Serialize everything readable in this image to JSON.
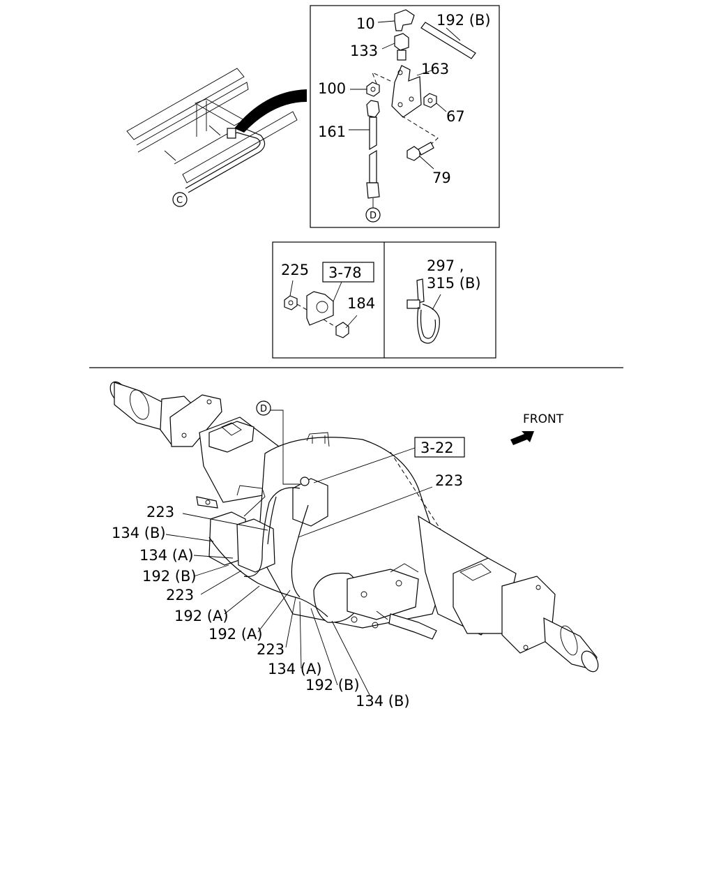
{
  "top_box": {
    "labels": [
      "10",
      "192 (B)",
      "133",
      "163",
      "100",
      "67",
      "161",
      "79"
    ],
    "ref_c": "C",
    "ref_d": "D"
  },
  "mid_left_box": {
    "labels": [
      "225",
      "184"
    ],
    "ref_box": "3-78"
  },
  "mid_right_box": {
    "label_line1": "297 ,",
    "label_line2": "315 (B)"
  },
  "main": {
    "ref_d": "D",
    "front": "FRONT",
    "ref_box": "3-22",
    "labels": [
      "223",
      "223",
      "134 (B)",
      "134 (A)",
      "192 (B)",
      "223",
      "192 (A)",
      "192 (A)",
      "223",
      "134 (A)",
      "192 (B)",
      "134 (B)"
    ]
  }
}
